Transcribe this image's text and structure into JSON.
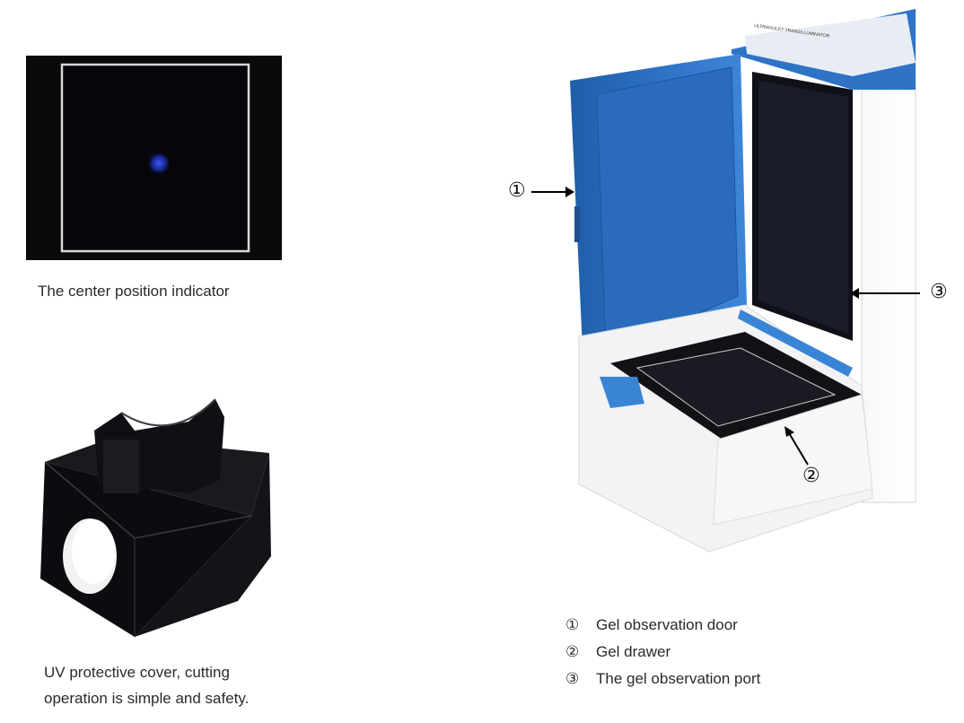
{
  "figures": {
    "indicator": {
      "caption": "The center position indicator"
    },
    "cover": {
      "caption_line1": "UV protective cover, cutting",
      "caption_line2": "operation is simple and safety."
    }
  },
  "device": {
    "panel_text": "ULTRAVIOLET TRANSILLUMINATOR",
    "callouts": {
      "c1": "①",
      "c2": "②",
      "c3": "③"
    },
    "legend": [
      {
        "num": "①",
        "label": "Gel observation door"
      },
      {
        "num": "②",
        "label": "Gel drawer"
      },
      {
        "num": "③",
        "label": "The gel observation port"
      }
    ]
  },
  "colors": {
    "door_blue": "#2f73c7",
    "dark": "#0b0b10",
    "indicator_dot": "#2d4cff"
  }
}
